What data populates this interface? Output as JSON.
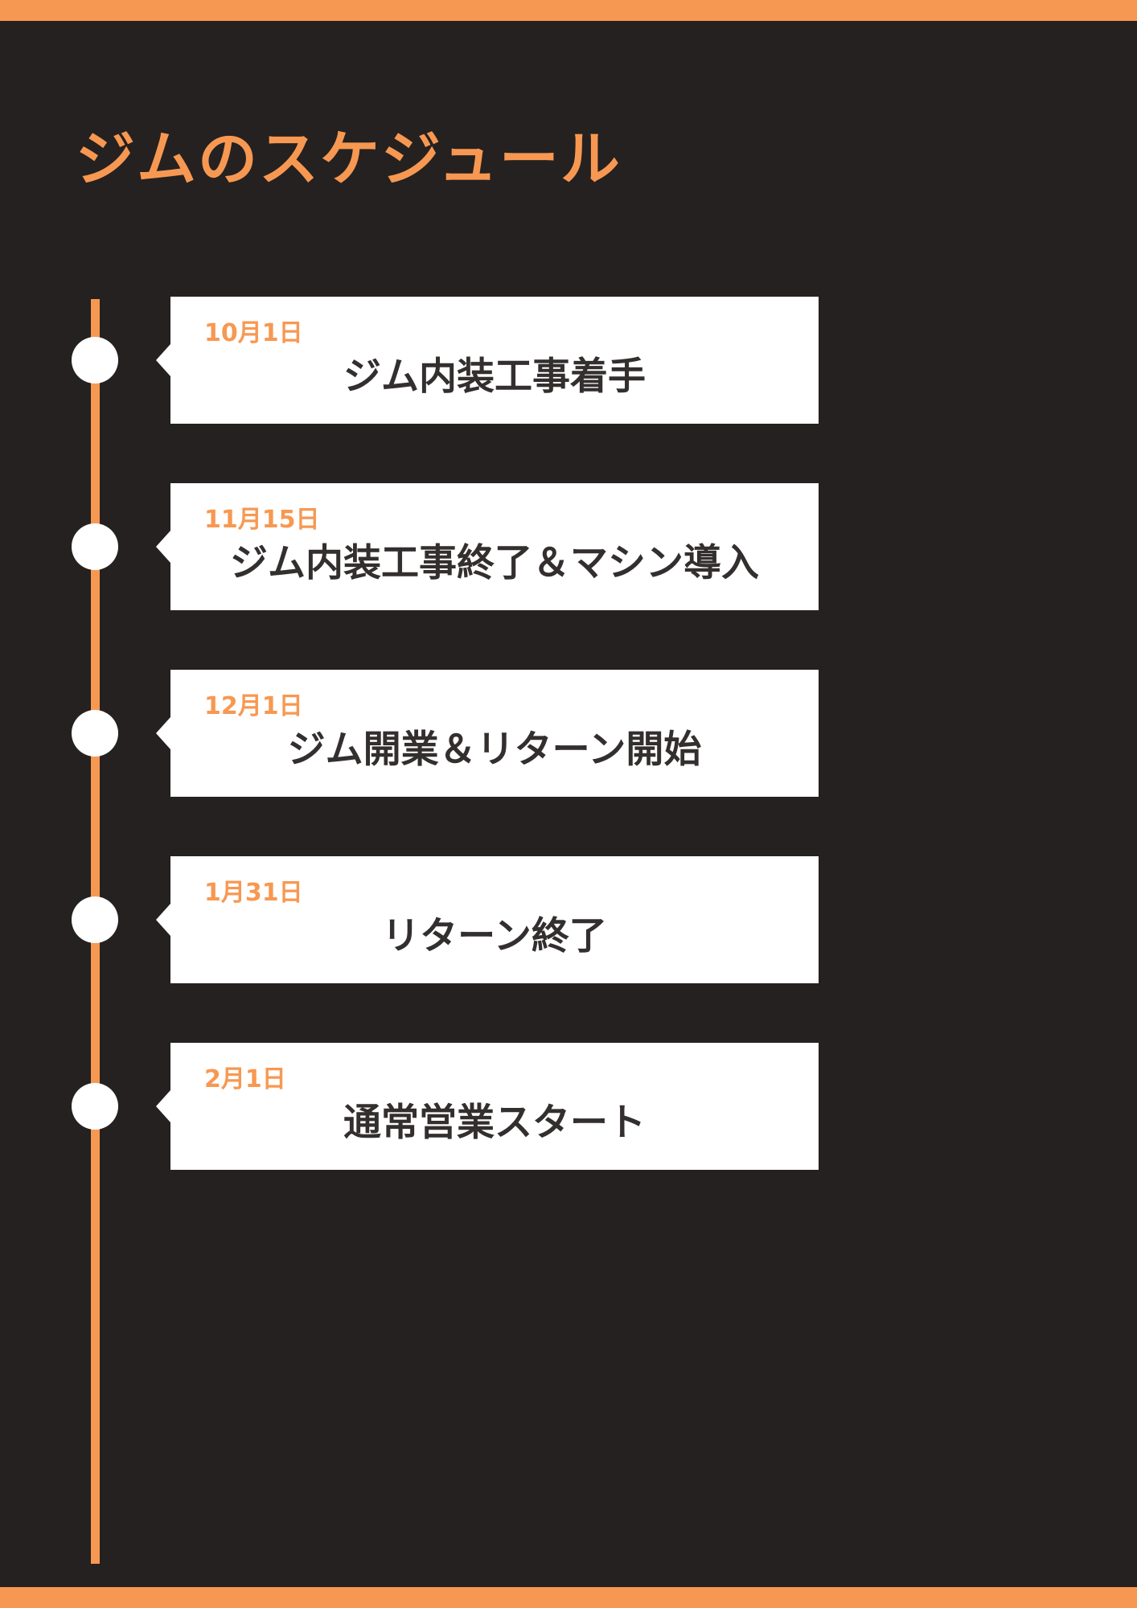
{
  "page": {
    "title": "ジムのスケジュール"
  },
  "colors": {
    "background": "#252120",
    "accent": "#F79852",
    "card_bg": "#FFFFFF",
    "card_text": "#332F2E"
  },
  "timeline": {
    "items": [
      {
        "date": "10月1日",
        "label": "ジム内装工事着手"
      },
      {
        "date": "11月15日",
        "label": "ジム内装工事終了＆マシン導入"
      },
      {
        "date": "12月1日",
        "label": "ジム開業＆リターン開始"
      },
      {
        "date": "1月31日",
        "label": "リターン終了"
      },
      {
        "date": "2月1日",
        "label": "通常営業スタート"
      }
    ]
  }
}
